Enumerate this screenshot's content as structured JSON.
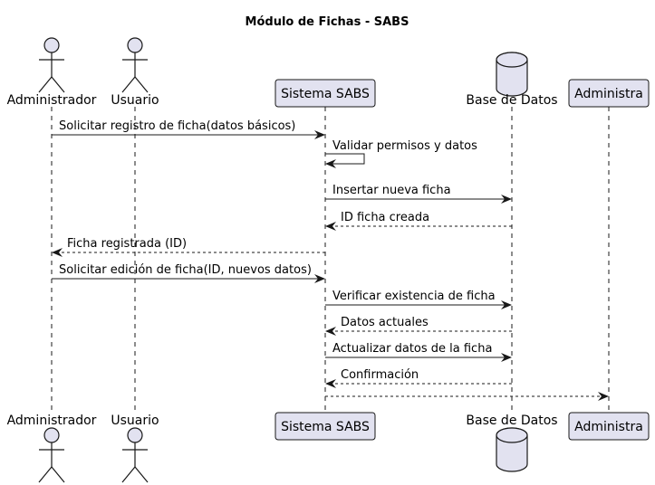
{
  "diagram": {
    "title": "Módulo de Fichas - SABS",
    "colors": {
      "participant_fill": "#e2e2f0",
      "participant_stroke": "#181818",
      "lifeline": "#181818",
      "arrow": "#181818",
      "text": "#000000"
    },
    "participants": [
      {
        "id": "admin",
        "label": "Administrador",
        "kind": "actor"
      },
      {
        "id": "user",
        "label": "Usuario",
        "kind": "actor"
      },
      {
        "id": "sys",
        "label": "Sistema SABS",
        "kind": "participant"
      },
      {
        "id": "db",
        "label": "Base de Datos",
        "kind": "database"
      },
      {
        "id": "adm2",
        "label": "Administra",
        "kind": "participant"
      }
    ],
    "messages": [
      {
        "from": "admin",
        "to": "sys",
        "label": "Solicitar registro de ficha(datos básicos)",
        "style": "solid"
      },
      {
        "from": "sys",
        "to": "sys",
        "label": "Validar permisos y datos",
        "style": "solid"
      },
      {
        "from": "sys",
        "to": "db",
        "label": "Insertar nueva ficha",
        "style": "solid"
      },
      {
        "from": "db",
        "to": "sys",
        "label": "ID ficha creada",
        "style": "dashed"
      },
      {
        "from": "sys",
        "to": "admin",
        "label": "Ficha registrada (ID)",
        "style": "dashed"
      },
      {
        "from": "admin",
        "to": "sys",
        "label": "Solicitar edición de ficha(ID, nuevos datos)",
        "style": "solid"
      },
      {
        "from": "sys",
        "to": "db",
        "label": "Verificar existencia de ficha",
        "style": "solid"
      },
      {
        "from": "db",
        "to": "sys",
        "label": "Datos actuales",
        "style": "dashed"
      },
      {
        "from": "sys",
        "to": "db",
        "label": "Actualizar datos de la ficha",
        "style": "solid"
      },
      {
        "from": "db",
        "to": "sys",
        "label": "Confirmación",
        "style": "dashed"
      },
      {
        "from": "sys",
        "to": "adm2",
        "label": "",
        "style": "dashed"
      }
    ]
  }
}
